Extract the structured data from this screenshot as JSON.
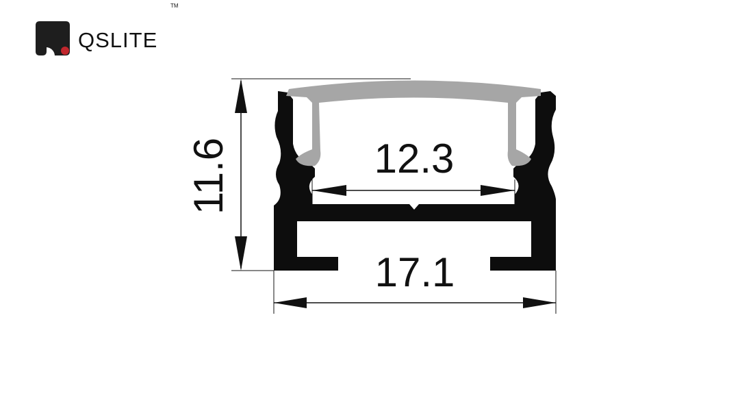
{
  "brand": {
    "name": "QSLITE",
    "trademark": "TM",
    "dot_color": "#c1272d",
    "mark_color": "#1e1e1e"
  },
  "profile": {
    "body_color": "#0d0d0d",
    "diffuser_color": "#a6a6a6"
  },
  "dimensions": {
    "height": "11.6",
    "inner_width": "12.3",
    "outer_width": "17.1"
  }
}
